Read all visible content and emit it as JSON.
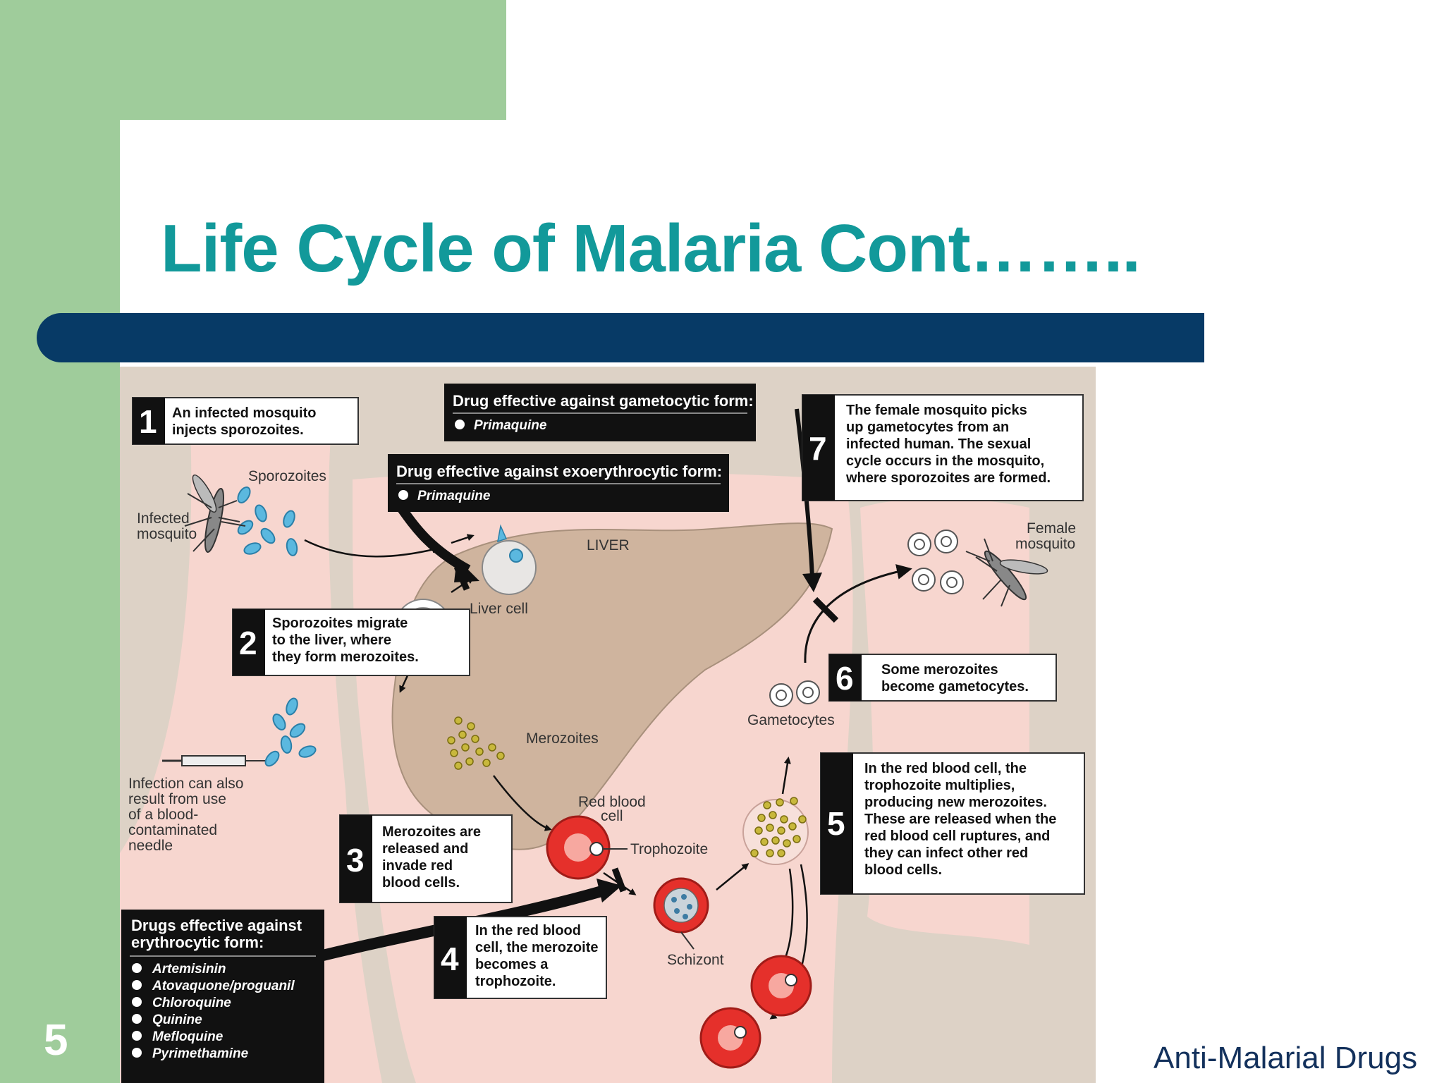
{
  "slide": {
    "title": "Life Cycle of Malaria Cont……..",
    "number": "5",
    "footer": "Anti-Malarial Drugs"
  },
  "diagram": {
    "steps": [
      {
        "num": "1",
        "lines": [
          "An infected mosquito",
          "injects sporozoites."
        ]
      },
      {
        "num": "2",
        "lines": [
          "Sporozoites migrate",
          "to the liver, where",
          "they form merozoites."
        ]
      },
      {
        "num": "3",
        "lines": [
          "Merozoites are",
          "released and",
          "invade red",
          "blood cells."
        ]
      },
      {
        "num": "4",
        "lines": [
          "In the red blood",
          "cell, the merozoite",
          "becomes a",
          "trophozoite."
        ]
      },
      {
        "num": "5",
        "lines": [
          "In the red blood cell, the",
          "trophozoite multiplies,",
          "producing new merozoites.",
          "These are released when the",
          "red blood cell ruptures, and",
          "they can infect other red",
          "blood cells."
        ]
      },
      {
        "num": "6",
        "lines": [
          "Some merozoites",
          "become gametocytes."
        ]
      },
      {
        "num": "7",
        "lines": [
          "The female mosquito picks",
          "up gametocytes from an",
          "infected human. The sexual",
          "cycle occurs in the mosquito,",
          "where sporozoites are formed."
        ]
      }
    ],
    "drugs": {
      "gametocytic": {
        "title": "Drug effective against gametocytic form:",
        "items": [
          "Primaquine"
        ]
      },
      "exoerythrocytic": {
        "title": "Drug effective against exoerythrocytic form:",
        "items": [
          "Primaquine"
        ]
      },
      "erythrocytic": {
        "title_lines": [
          "Drugs effective against",
          "erythrocytic form:"
        ],
        "items": [
          "Artemisinin",
          "Atovaquone/proguanil",
          "Chloroquine",
          "Quinine",
          "Mefloquine",
          "Pyrimethamine"
        ]
      }
    },
    "labels": {
      "sporozoites": "Sporozoites",
      "infected_mosquito": [
        "Infected",
        "mosquito"
      ],
      "liver": "LIVER",
      "liver_cell": "Liver cell",
      "merozoites": "Merozoites",
      "red_blood_cell": [
        "Red blood",
        "cell"
      ],
      "trophozoite": "Trophozoite",
      "schizont": "Schizont",
      "gametocytes": "Gametocytes",
      "female_mosquito": [
        "Female",
        "mosquito"
      ],
      "needle": [
        "Infection can also",
        "result from use",
        "of a blood-",
        "contaminated",
        "needle"
      ]
    }
  }
}
